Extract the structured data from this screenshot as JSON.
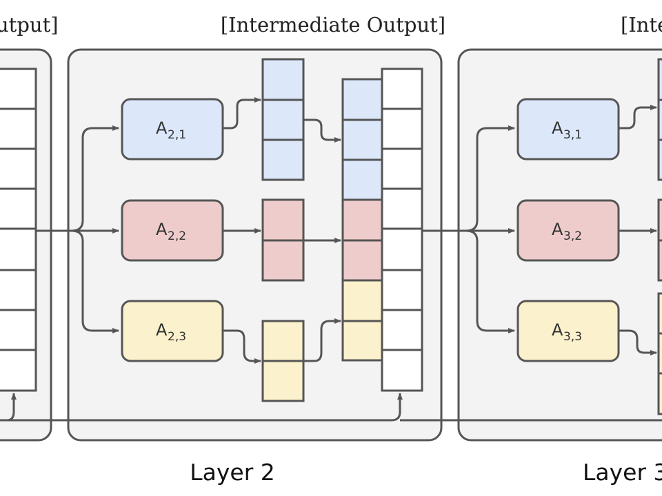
{
  "headers": {
    "left": "utput]",
    "center": "[Intermediate Output]",
    "right": "[Inte"
  },
  "layers": {
    "layer2": "Layer 2",
    "layer3": "Layer 3"
  },
  "modules": {
    "a21": {
      "main": "A",
      "sub": "2,1"
    },
    "a22": {
      "main": "A",
      "sub": "2,2"
    },
    "a23": {
      "main": "A",
      "sub": "2,3"
    },
    "a31": {
      "main": "A",
      "sub": "3,1"
    },
    "a32": {
      "main": "A",
      "sub": "3,2"
    },
    "a33": {
      "main": "A",
      "sub": "3,3"
    }
  },
  "colors": {
    "blue": "#dce8fa",
    "red": "#eecccc",
    "yellow": "#fbf1cc",
    "panel": "#f3f3f3",
    "stroke": "#555555"
  }
}
